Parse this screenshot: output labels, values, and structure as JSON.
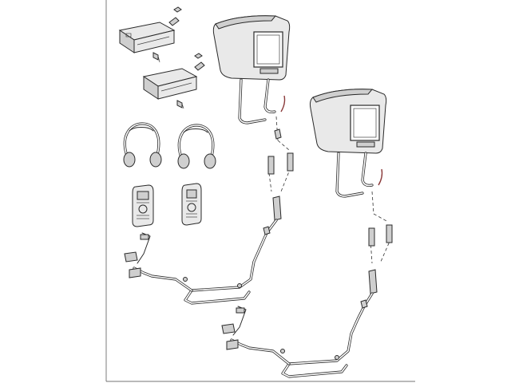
{
  "diagram": {
    "kind": "exploded parts illustration",
    "parts": [
      {
        "id": "dvd-module-1",
        "name": "control-module"
      },
      {
        "id": "dvd-module-2",
        "name": "control-module"
      },
      {
        "id": "headphones-1",
        "name": "wireless-headphones"
      },
      {
        "id": "headphones-2",
        "name": "wireless-headphones"
      },
      {
        "id": "remote-1",
        "name": "remote-control"
      },
      {
        "id": "remote-2",
        "name": "remote-control"
      },
      {
        "id": "headrest-1",
        "name": "headrest-monitor"
      },
      {
        "id": "headrest-2",
        "name": "headrest-monitor"
      },
      {
        "id": "harness-1",
        "name": "wiring-harness"
      },
      {
        "id": "harness-2",
        "name": "wiring-harness"
      }
    ],
    "colors": {
      "line": "#2a2a2a",
      "fill": "#e9e9e9",
      "accent_cable": "#8a3a3a",
      "background": "#ffffff"
    }
  }
}
